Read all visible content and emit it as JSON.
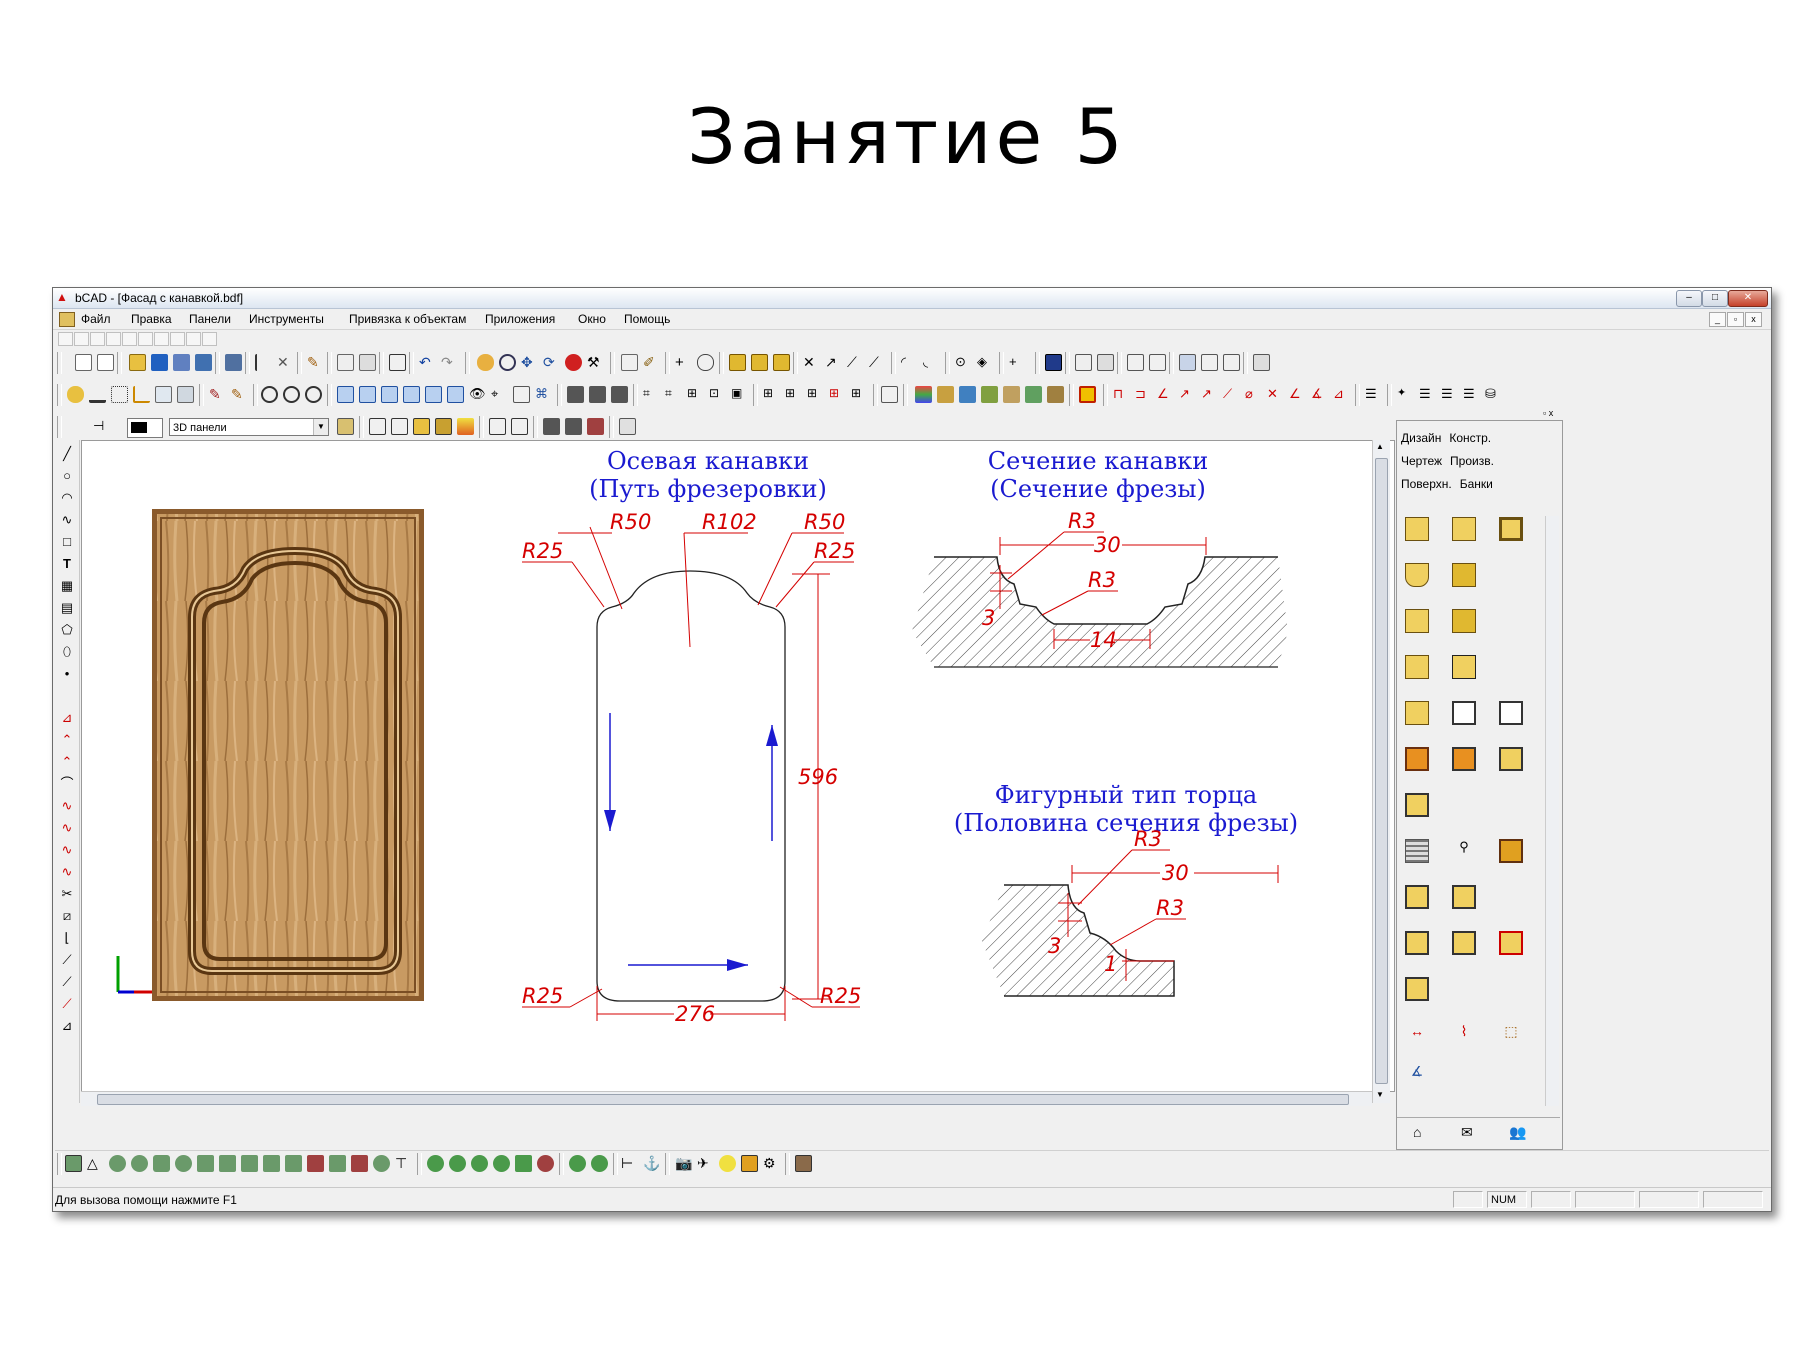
{
  "slide": {
    "title": "Занятие 5"
  },
  "window": {
    "title": "bCAD - [Фасад с канавкой.bdf]",
    "controls": {
      "minimize": "–",
      "maximize": "□",
      "close": "✕"
    }
  },
  "menu": {
    "items": [
      "Файл",
      "Правка",
      "Панели",
      "Инструменты",
      "Привязка к объектам",
      "Приложения",
      "Окно",
      "Помощь"
    ]
  },
  "layer_select": {
    "value": "3D панели"
  },
  "drawing": {
    "axis_groove": {
      "title_line1": "Осевая канавки",
      "title_line2": "(Путь фрезеровки)",
      "labels": {
        "r50_left": "R50",
        "r102": "R102",
        "r50_right": "R50",
        "r25_top_left": "R25",
        "r25_top_right": "R25",
        "r25_bottom_left": "R25",
        "r25_bottom_right": "R25",
        "height": "596",
        "width": "276"
      }
    },
    "groove_section": {
      "title_line1": "Сечение канавки",
      "title_line2": "(Сечение фрезы)",
      "labels": {
        "r3_top": "R3",
        "r3_mid": "R3",
        "width": "30",
        "bottom": "14",
        "depth": "3"
      }
    },
    "edge_profile": {
      "title_line1": "Фигурный тип торца",
      "title_line2": "(Половина сечения фрезы)",
      "labels": {
        "r3_top": "R3",
        "r3_mid": "R3",
        "width": "30",
        "depth": "3",
        "small": "1"
      }
    }
  },
  "right_panel": {
    "tabs_row1": [
      "Дизайн",
      "Констр."
    ],
    "tabs_row2": [
      "Чертеж",
      "Произв."
    ],
    "tabs_row3": [
      "Поверхн.",
      "Банки"
    ]
  },
  "status": {
    "help_text": "Для вызова помощи нажмите F1",
    "num": "NUM"
  },
  "colors": {
    "dimension": "#d40000",
    "annotation": "#1a1ad0",
    "wood": "#c89a62"
  }
}
